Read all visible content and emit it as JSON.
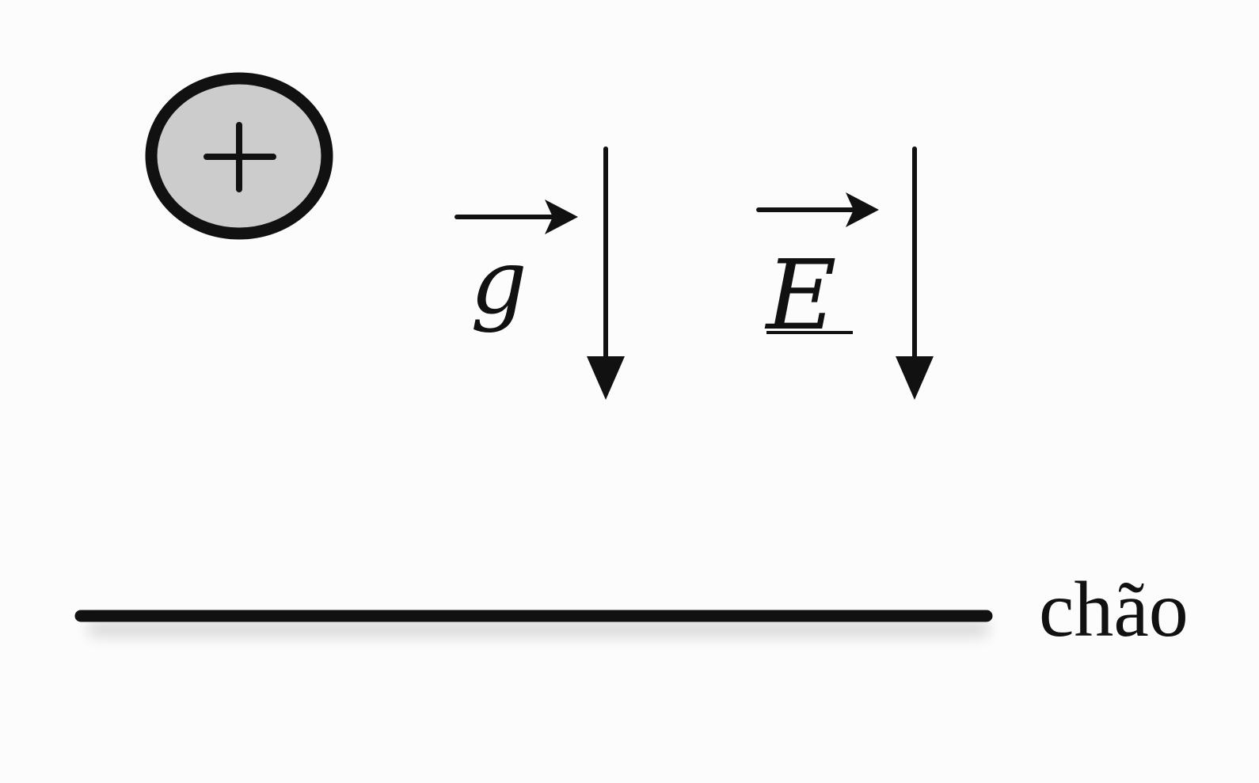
{
  "diagram": {
    "charge": {
      "sign": "+",
      "fill_color": "#cccccc",
      "stroke_color": "#111111"
    },
    "field_arrows": [
      {
        "symbol": "g",
        "direction": "down"
      },
      {
        "symbol": "E",
        "direction": "down"
      }
    ],
    "floor": {
      "label": "chão",
      "color": "#111111"
    }
  }
}
